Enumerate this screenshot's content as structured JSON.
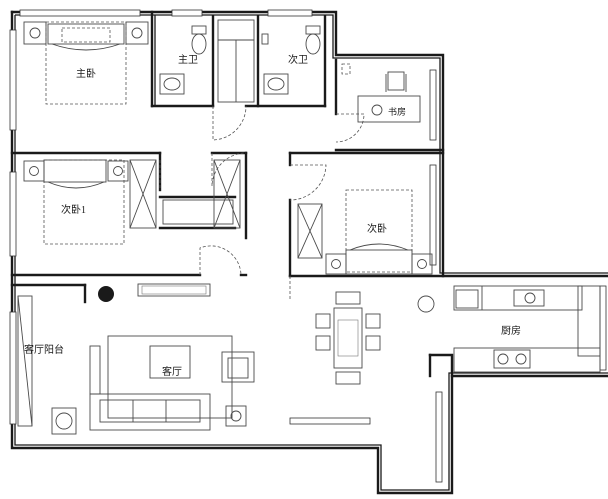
{
  "rooms": {
    "master_bedroom": "主卧",
    "master_bath": "主卫",
    "second_bath": "次卫",
    "study": "书房",
    "second_bedroom_1": "次卧1",
    "second_bedroom": "次卧",
    "living_balcony": "客厅阳台",
    "living_room": "客厅",
    "kitchen": "厨房"
  },
  "colors": {
    "wall": "#1a1a1a",
    "furniture": "#4a4a4a",
    "background": "#ffffff"
  },
  "icons": [
    "door-swing-icon",
    "window-icon",
    "bed-icon",
    "sofa-icon",
    "armchair-icon",
    "dining-table-icon",
    "toilet-icon",
    "sink-icon",
    "stove-icon",
    "washing-machine-icon",
    "desk-icon",
    "tv-cabinet-icon",
    "plant-icon"
  ]
}
